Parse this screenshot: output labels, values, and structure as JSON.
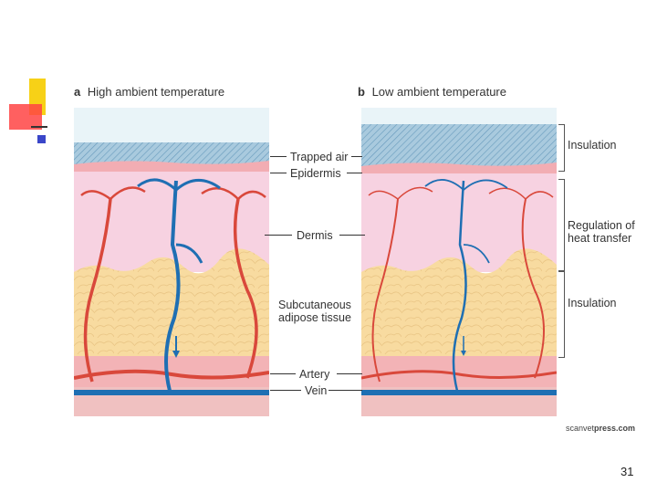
{
  "panel_a": {
    "letter": "a",
    "title": "High ambient temperature"
  },
  "panel_b": {
    "letter": "b",
    "title": "Low ambient temperature"
  },
  "center_labels": {
    "trapped_air": "Trapped air",
    "epidermis": "Epidermis",
    "dermis": "Dermis",
    "subcutaneous_1": "Subcutaneous",
    "subcutaneous_2": "adipose tissue",
    "artery": "Artery",
    "vein": "Vein"
  },
  "right_labels": {
    "insulation_top": "Insulation",
    "regulation_1": "Regulation of",
    "regulation_2": "heat transfer",
    "insulation_bottom": "Insulation"
  },
  "credit": {
    "prefix": "scanvet",
    "suffix": "press.com"
  },
  "page_number": "31",
  "colors": {
    "artery": "#d9483b",
    "vein": "#1f6fb3",
    "dermis": "#f6cedf",
    "epidermis": "#f2aeb4",
    "fat": "#f8dca2",
    "sky": "#e6f3f8",
    "hatch": "#5d8fb0"
  }
}
